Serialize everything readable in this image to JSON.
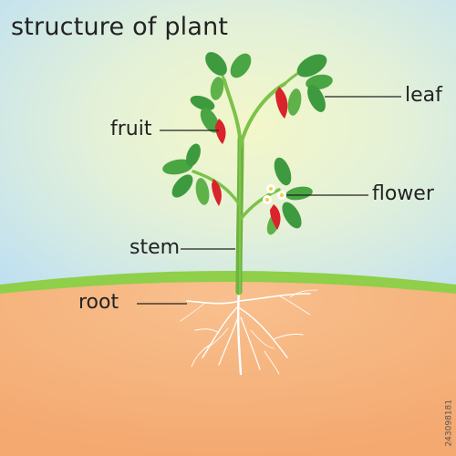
{
  "title": "structure of plant",
  "labels": {
    "leaf": "leaf",
    "fruit": "fruit",
    "flower": "flower",
    "stem": "stem",
    "root": "root"
  },
  "stock_id": "243098181",
  "colors": {
    "sky_top": "#bfe0f2",
    "sky_glow": "#f3f7c9",
    "grass": "#8fcf4a",
    "soil": "#f6b57e",
    "stem": "#7cc24a",
    "leaf": "#3e9a3e",
    "leaf_light": "#5fb24a",
    "pepper": "#d8242a",
    "flower": "#ffffff",
    "flower_center": "#f2d23c",
    "root": "#ffffff",
    "leader_line": "#222222"
  }
}
